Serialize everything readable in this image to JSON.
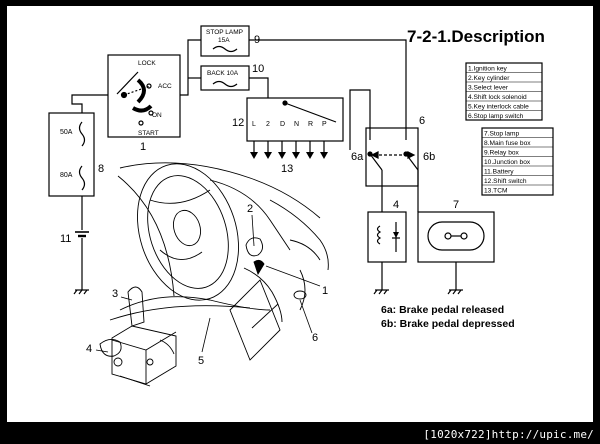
{
  "title": "7-2-1.Description",
  "boxes": {
    "stop_lamp": [
      "STOP LAMP",
      "15A"
    ],
    "back": "BACK 10A",
    "fuse_50a": "50A",
    "fuse_80a": "80A",
    "key_labels": {
      "lock": "LOCK",
      "acc": "ACC",
      "on": "ON",
      "start": "START"
    },
    "shift_labels": [
      "L",
      "2",
      "D",
      "N",
      "R",
      "P"
    ]
  },
  "callouts": {
    "n1": "1",
    "n2": "2",
    "n3": "3",
    "n4": "4",
    "n5": "5",
    "n6": "6",
    "n7": "7",
    "n8": "8",
    "n9": "9",
    "n10": "10",
    "n11": "11",
    "n12": "12",
    "n13": "13",
    "n6a": "6a",
    "n6b": "6b"
  },
  "legend_1": [
    "1.Ignition key",
    "2.Key cylinder",
    "3.Select lever",
    "4.Shift lock solenoid",
    "5.Key interlock cable",
    "6.Stop lamp switch"
  ],
  "legend_2": [
    "7.Stop lamp",
    "8.Main fuse box",
    "9.Relay box",
    "10.Junction box",
    "11.Battery",
    "12.Shift switch",
    "13.TCM"
  ],
  "notes": [
    "6a: Brake pedal released",
    "6b: Brake pedal depressed"
  ],
  "footer": "[1020x722]http://upic.me/"
}
